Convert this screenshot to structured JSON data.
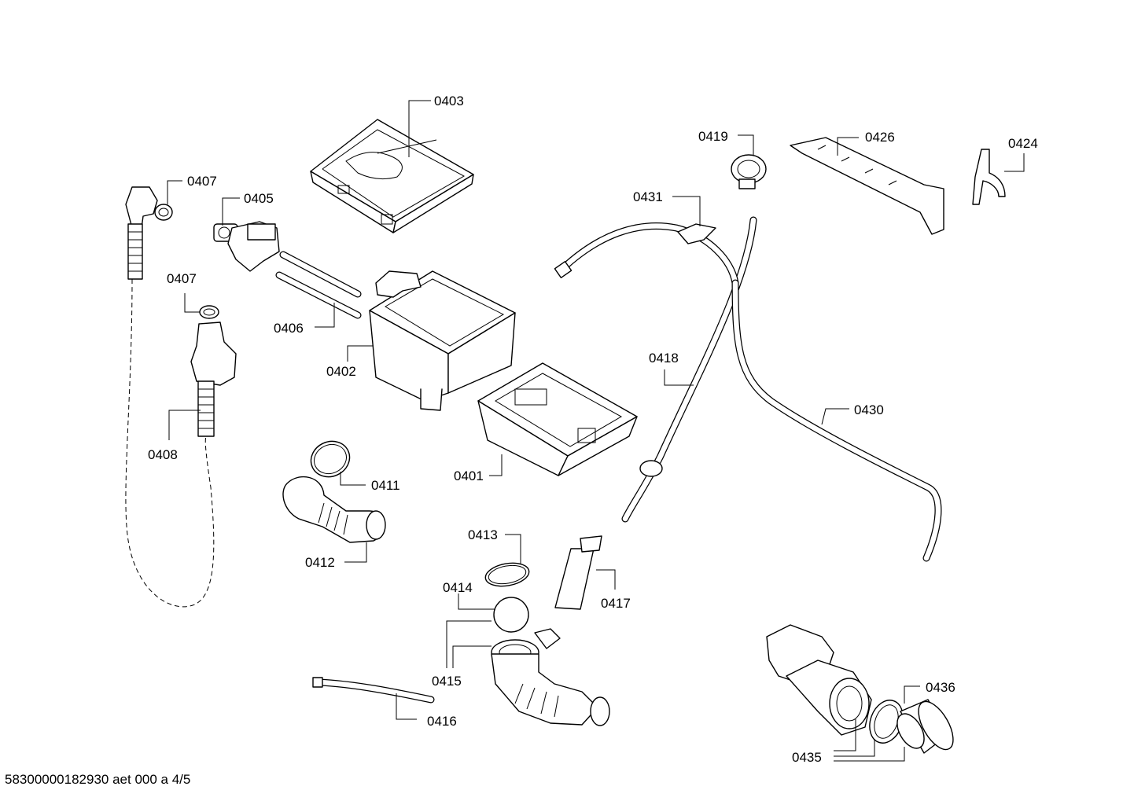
{
  "labels": {
    "p0401": "0401",
    "p0402": "0402",
    "p0403": "0403",
    "p0405": "0405",
    "p0406": "0406",
    "p0407a": "0407",
    "p0407b": "0407",
    "p0408": "0408",
    "p0411": "0411",
    "p0412": "0412",
    "p0413": "0413",
    "p0414": "0414",
    "p0415": "0415",
    "p0416": "0416",
    "p0417": "0417",
    "p0418": "0418",
    "p0419": "0419",
    "p0424": "0424",
    "p0426": "0426",
    "p0430": "0430",
    "p0431": "0431",
    "p0435": "0435",
    "p0436": "0436"
  },
  "footer": "58300000182930 aet 000 a 4/5"
}
